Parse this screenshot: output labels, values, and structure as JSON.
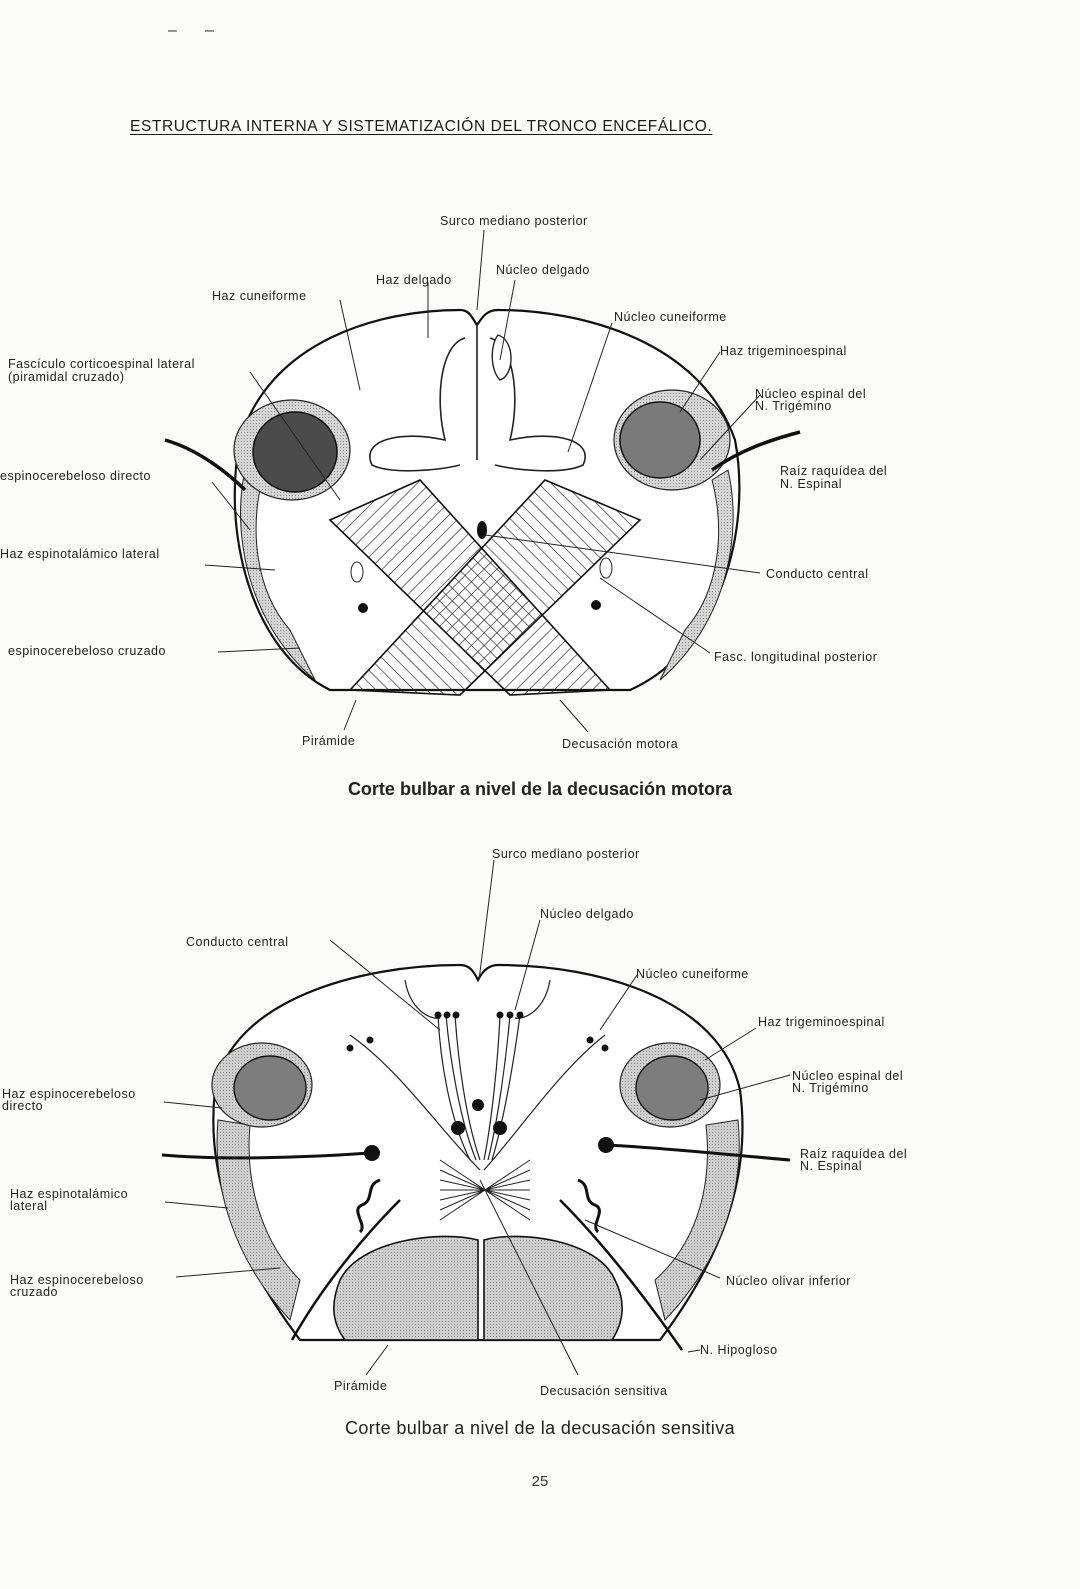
{
  "header": {
    "marks": [
      "–",
      "–"
    ],
    "title": "ESTRUCTURA INTERNA Y SISTEMATIZACIÓN DEL TRONCO ENCEFÁLICO."
  },
  "figure1": {
    "caption": "Corte bulbar a nivel de la decusación motora",
    "labels": {
      "surco": "Surco mediano posterior",
      "haz_delgado": "Haz delgado",
      "nucleo_delgado": "Núcleo delgado",
      "haz_cuneiforme": "Haz cuneiforme",
      "nucleo_cuneiforme": "Núcleo cuneiforme",
      "fasciculo_1": "Fascículo corticoespinal lateral",
      "fasciculo_2": "(piramidal cruzado)",
      "haz_trigemino": "Haz trigeminoespinal",
      "nucleo_espinal_1": "Núcleo espinal del",
      "nucleo_espinal_2": "N. Trigémino",
      "espinocereb_directo": "espinocerebeloso directo",
      "raiz_1": "Raíz raquídea del",
      "raiz_2": "N. Espinal",
      "espinotalamico": "Haz espinotalámico lateral",
      "conducto": "Conducto central",
      "espinocereb_cruzado": "espinocerebeloso cruzado",
      "fasc_longitudinal": "Fasc. longitudinal posterior",
      "piramide": "Pirámide",
      "decusacion": "Decusación motora"
    }
  },
  "figure2": {
    "caption": "Corte bulbar a nivel de la decusación sensitiva",
    "labels": {
      "surco": "Surco mediano posterior",
      "nucleo_delgado": "Núcleo delgado",
      "conducto": "Conducto central",
      "nucleo_cuneiforme": "Núcleo cuneiforme",
      "haz_trigemino": "Haz trigeminoespinal",
      "nucleo_espinal_1": "Núcleo espinal del",
      "nucleo_espinal_2": "N. Trigémino",
      "espinocereb_directo_1": "Haz espinocerebeloso",
      "espinocereb_directo_2": "directo",
      "raiz_1": "Raíz raquídea del",
      "raiz_2": "N. Espinal",
      "espinotalamico_1": "Haz espinotalámico",
      "espinotalamico_2": "lateral",
      "espinocereb_cruzado_1": "Haz espinocerebeloso",
      "espinocereb_cruzado_2": "cruzado",
      "olivar": "Núcleo olivar inferior",
      "hipogloso": "N. Hipogloso",
      "piramide": "Pirámide",
      "decusacion": "Decusación sensitiva"
    }
  },
  "footer": {
    "page_number": "25"
  }
}
